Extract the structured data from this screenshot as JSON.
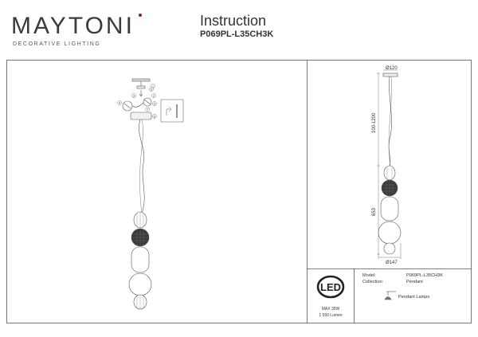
{
  "header": {
    "brand": "MAYTONI",
    "tagline": "DECORATIVE LIGHTING",
    "doc_title": "Instruction",
    "model_code": "P069PL-L35CH3K"
  },
  "drawing": {
    "canopy_diameter": "Ø120",
    "cable_length": "100-1200",
    "body_height": "653",
    "body_diameter": "Ø147",
    "step_numbers": [
      "1",
      "2",
      "3",
      "4",
      "5",
      "6",
      "7",
      "8"
    ]
  },
  "specs": {
    "model_label": "Model:",
    "model_value": "P069PL-L35CH3K",
    "collection_label": "Collection:",
    "collection_value": "Pendant",
    "category": "Pendant Lamps",
    "led_badge": "LED",
    "power": "MAX 35W",
    "lumen": "1 550 Lumen"
  },
  "colors": {
    "frame": "#555555",
    "brand_dot": "#8b1a4a",
    "dark_part": "#3a3a3a"
  }
}
